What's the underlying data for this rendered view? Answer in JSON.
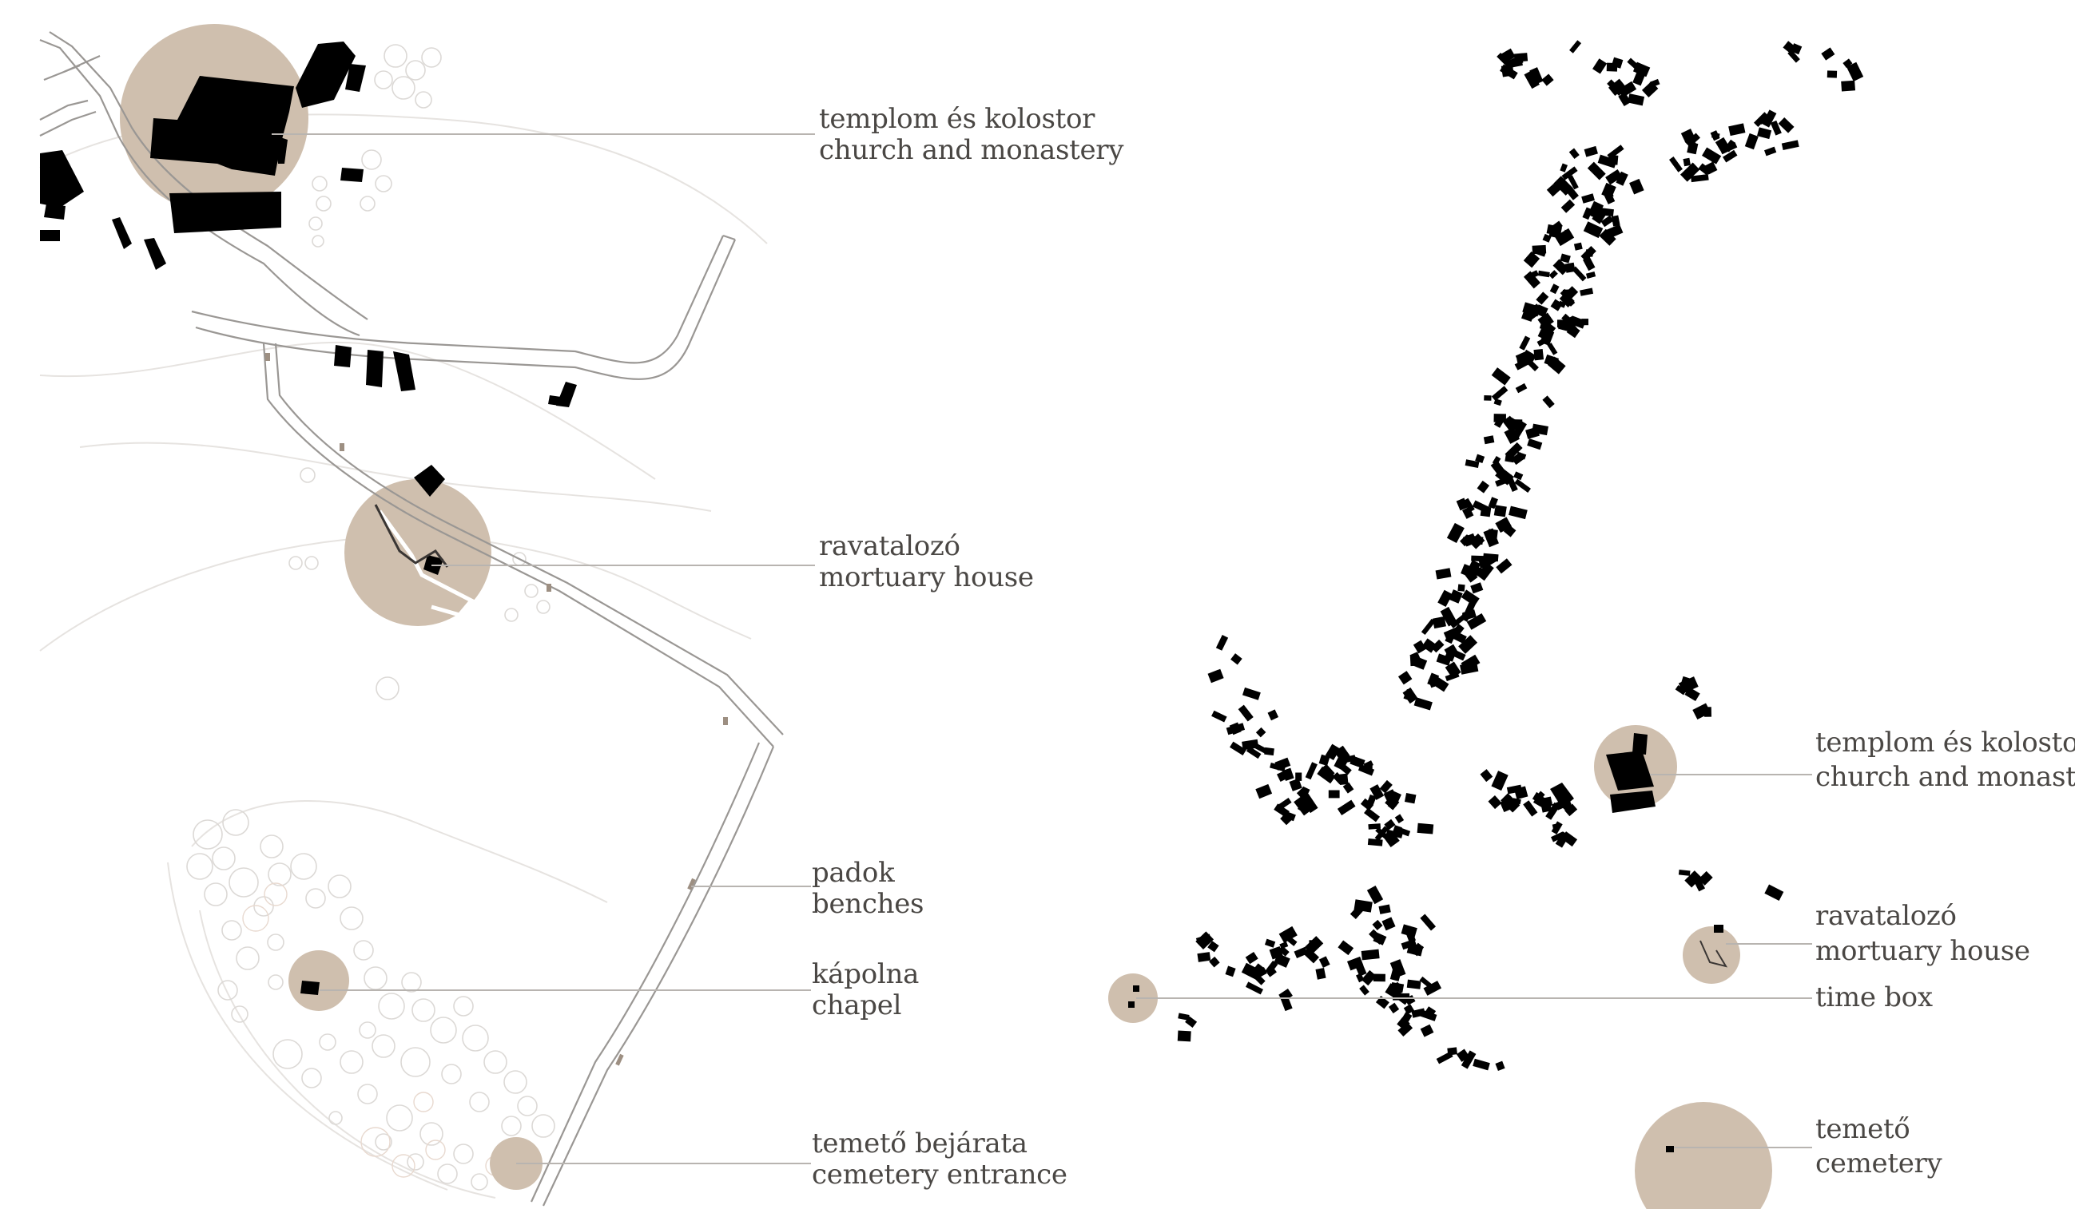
{
  "colors": {
    "highlight": "#cfbfae",
    "building": "#000000",
    "label_text": "#4a4744",
    "leader_line": "#b8b4b0",
    "road": "#9a9794",
    "contour": "#e6e3e0"
  },
  "detail_map": {
    "labels": [
      {
        "id": "church",
        "hu": "templom és kolostor",
        "en": "church and monastery"
      },
      {
        "id": "mortuary",
        "hu": "ravatalozó",
        "en": "mortuary house"
      },
      {
        "id": "benches",
        "hu": "padok",
        "en": "benches"
      },
      {
        "id": "chapel",
        "hu": "kápolna",
        "en": "chapel"
      },
      {
        "id": "entrance",
        "hu": "temető bejárata",
        "en": "cemetery entrance"
      }
    ]
  },
  "overview_map": {
    "labels": [
      {
        "id": "church",
        "hu": "templom és kolostor",
        "en": "church and monastery"
      },
      {
        "id": "mortuary",
        "hu": "ravatalozó",
        "en": "mortuary house"
      },
      {
        "id": "timebox",
        "en": "time box"
      },
      {
        "id": "cemetery",
        "hu": "temető",
        "en": "cemetery"
      }
    ]
  }
}
